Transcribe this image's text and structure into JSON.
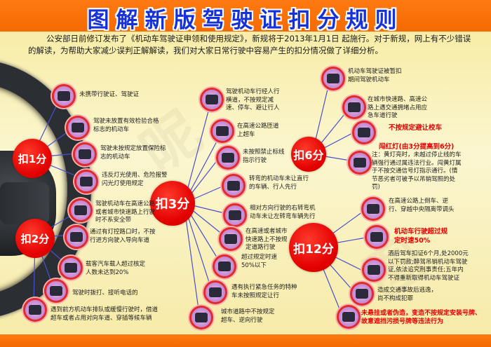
{
  "title": "图解新版驾驶证扣分规则",
  "intro": "公安部日前修订发布了《机动车驾驶证申领和使用规定》，新规将于2013年1月1日 起施行。对于新规，网上有不少错误的解读，为帮助大家减少误判正解解读，我们对大家日常行驶中容易产生的扣分情况做了详细分析。",
  "colors": {
    "header_orange": "#f36a00",
    "title_blue": "#1631d8",
    "badge_red": "#e20000",
    "connector_line": "#4a4fd0",
    "highlight_red_text": "#e30000"
  },
  "groups": [
    {
      "badge": "扣1分",
      "items": [
        {
          "icon": "license-card-icon",
          "text": "未携带行驶证、驾驶证"
        },
        {
          "icon": "inspection-sticker-icon",
          "text": "驾驶未放置有效检验合格标志的机动车"
        },
        {
          "icon": "insurance-sticker-icon",
          "text": "驾驶未按规定放置保险标志的机动车"
        },
        {
          "icon": "headlight-icon",
          "text": "违反灯光使用、危险报警闪光灯使用规定"
        }
      ]
    },
    {
      "badge": "扣2分",
      "items": [
        {
          "icon": "seatbelt-icon",
          "text": "驾驶机动车在高速公路或者城市快速路上行驶时不系安全带"
        },
        {
          "icon": "traffic-light-lane-icon",
          "text": "通过有灯控路口时，不按行进方向驶入导向车道"
        },
        {
          "icon": "passenger-seats-icon",
          "text": "载客汽车载人超过核定人数未达到20%"
        },
        {
          "icon": "phone-icon",
          "text": "驾驶时拨打、接听电话的"
        },
        {
          "icon": "queue-jump-icon",
          "text": "遇到前方机动车排队或缓慢行驶时，借道超车或者占用对向车道、穿插等候车辆"
        }
      ]
    },
    {
      "badge": "扣3分",
      "items": [
        {
          "icon": "crosswalk-icon",
          "text": "驾驶机动车行经人行横道，不按规定减速、停车、避让行人"
        },
        {
          "icon": "ramp-overtake-icon",
          "text": "在高速公路匝道上超车"
        },
        {
          "icon": "no-entry-line-icon",
          "text": "未按照禁止标线指示行驶"
        },
        {
          "icon": "turn-yield-icon",
          "text": "转弯的机动车未让直行的车辆、行人先行"
        },
        {
          "icon": "opposite-turn-icon",
          "text": "相对方向行驶的右转弯机动车未让左转弯车辆先行"
        },
        {
          "icon": "expressway-lane-icon",
          "text": "在高速或者城市快速路上不按规定道路行驶"
        },
        {
          "icon": "speedometer-icon",
          "text": "超过规定时速50%以下"
        },
        {
          "icon": "emergency-vehicle-icon",
          "text": "遇有执行紧急任务的特种车未按照规定让行"
        },
        {
          "icon": "wrong-way-icon",
          "text": "城市道路中不按规定超车、逆向行驶"
        }
      ]
    },
    {
      "badge": "扣6分",
      "items": [
        {
          "icon": "suspended-license-car-icon",
          "text": "机动车驾驶证被暂扣期间驾驶机动车"
        },
        {
          "icon": "emergency-lane-icon",
          "text": "在城市快速路、高速公路上遇交通拥堵占用应急车道行驶"
        },
        {
          "icon": "school-bus-icon",
          "text": "不按规定避让校车",
          "highlight": true
        },
        {
          "icon": "red-light-icon",
          "title": "闯红灯(由3分提高到6分)",
          "text": "注：黄灯亮时，未越过停止线的车辆强行通过属违法行业。闯黄灯属于不按交通信号灯指示通行。(情节恶劣者可被予以吊销驾照的处罚)"
        }
      ]
    },
    {
      "badge": "扣12分",
      "items": [
        {
          "icon": "reverse-highway-icon",
          "text": "在高速公路上倒车、逆行、穿越中央隔离带调头"
        },
        {
          "icon": "overspeed-icon",
          "text": "机动车行驶超过规定时速50%",
          "highlight": true
        },
        {
          "icon": "drunk-driving-icon",
          "text": "酒后驾车扣证6个月,处2000元以下罚款;醉驾吊销机动车驾驶证,依法追究刑事责任;五年内不得重新取得机动车驾驶证"
        },
        {
          "icon": "hit-and-run-icon",
          "text": "造成交通事故后逃逸，尚不构成犯罪"
        },
        {
          "icon": "fake-plate-icon",
          "text": "未悬挂或者伪造，变造不按规定安装号牌、故意遮挡污损号牌等违法行为",
          "highlight": true
        }
      ]
    }
  ]
}
